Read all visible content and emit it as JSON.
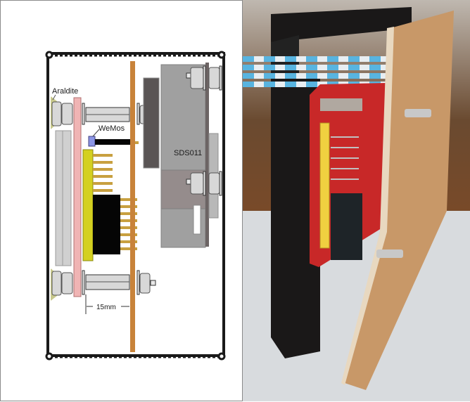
{
  "diagram": {
    "title": "Enclosure cross-section",
    "labels": {
      "araldite": "Araldite",
      "wemos": "WeMos",
      "sensor": "SDS011",
      "spacing": "15mm"
    },
    "colors": {
      "enclosure": "#1a1a1a",
      "main_pcb": "#c8833a",
      "pink_board": "#f0b4b4",
      "yellow_header": "#d4d020",
      "wemos_chip": "#8c96e6",
      "black_header": "#050505",
      "pin_gold": "#c8a040",
      "sensor_body": "#a0a0a0",
      "sensor_dark": "#5a5555",
      "glue": "#c8c88c"
    }
  },
  "photo": {
    "description": "Side view photo of assembled PCB stack mounted on black enclosure panel",
    "colors": {
      "pcb": "#c89868",
      "red_board": "#c82828",
      "cable_blue": "#58b4e0",
      "panel": "#1a1818",
      "header_yellow": "#f0d040"
    }
  }
}
